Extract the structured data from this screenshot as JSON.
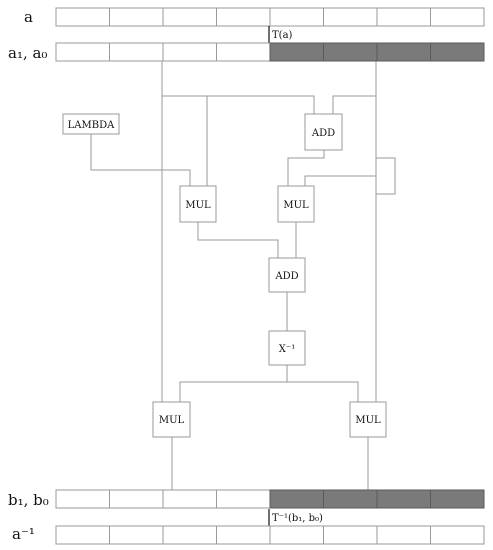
{
  "rows": {
    "a": {
      "label": "a",
      "cells": 8
    },
    "a_split": {
      "label": "a₁,  a₀",
      "cells": 8,
      "dark_from": 4
    },
    "b_split": {
      "label": "b₁,  b₀",
      "cells": 8,
      "dark_from": 4
    },
    "a_inv": {
      "label": "a⁻¹",
      "cells": 8
    }
  },
  "annotations": {
    "transform": "T(a)",
    "inverse_transform": "T⁻¹(b₁, b₀)"
  },
  "nodes": {
    "lambda": "LAMBDA",
    "add_top": "ADD",
    "mul_left": "MUL",
    "mul_right": "MUL",
    "add_mid": "ADD",
    "inverse": "X⁻¹",
    "mul_bottom_left": "MUL",
    "mul_bottom_right": "MUL"
  },
  "colors": {
    "dark_cell": "#7a7a7a",
    "wire": "#999999"
  }
}
